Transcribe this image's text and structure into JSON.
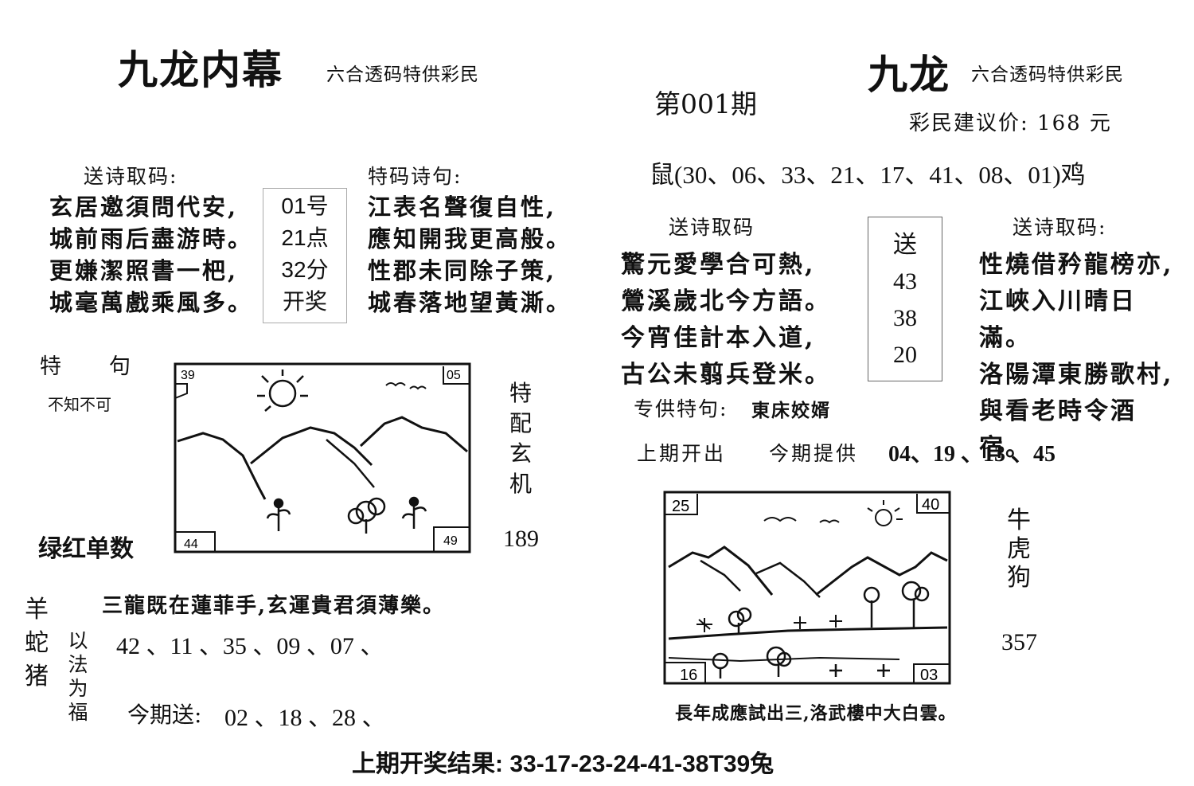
{
  "left": {
    "title": "九龙内幕",
    "subtitle": "六合透码特供彩民",
    "send_poem_label": "送诗取码:",
    "send_poem_lines": [
      "玄居邀須問代安,",
      "城前雨后盡游時。",
      "更嫌潔照書一杷,",
      "城毫萬戲乘風多。"
    ],
    "box_lines": [
      "01号",
      "21点",
      "32分",
      "开奖"
    ],
    "special_poem_label": "特码诗句:",
    "special_poem_lines": [
      "江表名聲復自性,",
      "應知開我更高般。",
      "性郡未同除子策,",
      "城春落地望黃澌。"
    ],
    "te_ju_label": "特　　句",
    "te_ju_text": "不知不可",
    "vertical_label": [
      "特",
      "配",
      "玄",
      "机"
    ],
    "number_189": "189",
    "green_red_label": "绿红单数",
    "pic_corners": {
      "tl": "39",
      "tr": "05",
      "bl": "44",
      "br": "49"
    },
    "three_dragons_line": "三龍既在蓮菲手,玄運貴君須薄樂。",
    "animals_vertical": [
      "羊",
      "蛇",
      "猪"
    ],
    "fa_vertical": [
      "以",
      "法",
      "为",
      "福"
    ],
    "numbers_line": "42 、11 、35 、09 、07 、",
    "send_label": "今期送:",
    "send_numbers": "02 、18 、28 、"
  },
  "right": {
    "title": "九龙",
    "subtitle": "六合透码特供彩民",
    "issue": "第001期",
    "price": "彩民建议价: 168 元",
    "rat_line": "鼠(30、06、33、21、17、41、08、01)鸡",
    "send_poem_label_left": "送诗取码",
    "poem_left_lines": [
      "驚元愛學合可熱,",
      "鶯溪歲北今方語。",
      "今宵佳計本入道,",
      "古公未翦兵登米。"
    ],
    "box_lines": [
      "送",
      "43",
      "38",
      "20"
    ],
    "send_poem_label_right": "送诗取码:",
    "poem_right_lines": [
      "性燒借矜龍榜亦,",
      "江峽入川晴日滿。",
      "洛陽潭東勝歌村,",
      "與看老時令酒宿。"
    ],
    "special_ju_label": "专供特句:",
    "special_ju_text": "東床姣婿",
    "last_open_label": "上期开出",
    "this_provide_label": "今期提供",
    "provide_numbers": "04、19 、13 、45",
    "pic_corners": {
      "tl": "25",
      "tr": "40",
      "bl": "16",
      "br": "03"
    },
    "animals_vertical": [
      "牛",
      "虎",
      "狗"
    ],
    "number_357": "357",
    "poem_bottom": "長年成應試出三,洛武樓中大白雲。"
  },
  "footer": {
    "result": "上期开奖结果: 33-17-23-24-41-38T39兔"
  }
}
